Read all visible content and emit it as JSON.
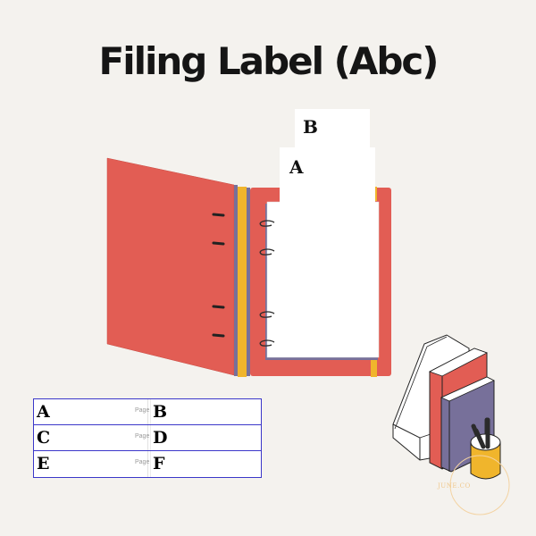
{
  "title": "Filing Label (Abc)",
  "binder": {
    "colors": {
      "cover": "#e25d54",
      "spine": "#f0b52c",
      "edge": "#77709a",
      "paper": "#ffffff",
      "ring": "#2b2b2b"
    },
    "tabs": [
      {
        "letter": "B"
      },
      {
        "letter": "A"
      }
    ]
  },
  "label_sheet": {
    "rows": [
      {
        "left": "A",
        "page": "Page",
        "right": "B"
      },
      {
        "left": "C",
        "page": "Page",
        "right": "D"
      },
      {
        "left": "E",
        "page": "Page",
        "right": "F"
      }
    ],
    "border_color": "#3b37c9"
  },
  "watermark": "JUNE.CO"
}
